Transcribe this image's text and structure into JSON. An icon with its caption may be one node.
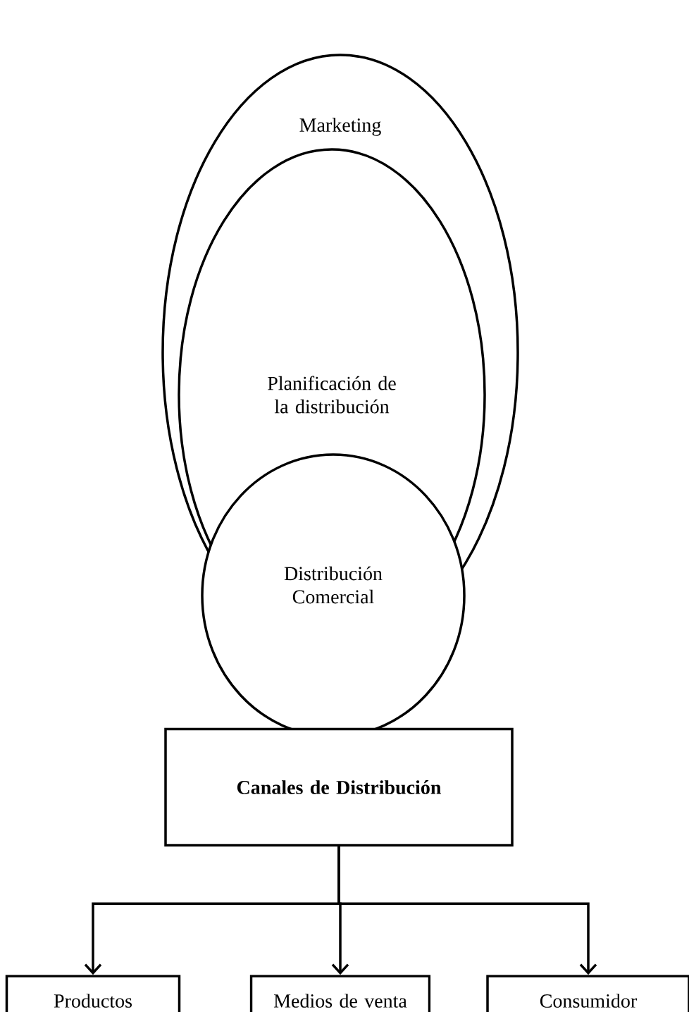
{
  "diagram": {
    "nodes": [
      {
        "text": [
          "Marketing"
        ]
      },
      {
        "text": [
          "Planificación de la distribución"
        ],
        "in": 0
      },
      {
        "text": [
          "Distribución Comercial"
        ]
      },
      {
        "text": [
          "Canales de Distribución"
        ]
      },
      {
        "text": [
          "Productos"
        ]
      },
      {
        "text": [
          "Medios de venta"
        ]
      },
      {
        "text": [
          "Consumidor"
        ]
      }
    ],
    "edges": [
      {
        "from": 3,
        "to": 4,
        "arrow": "to"
      },
      {
        "from": 3,
        "to": 5,
        "arrow": "to"
      },
      {
        "from": 3,
        "to": 6,
        "arrow": "to"
      }
    ]
  }
}
